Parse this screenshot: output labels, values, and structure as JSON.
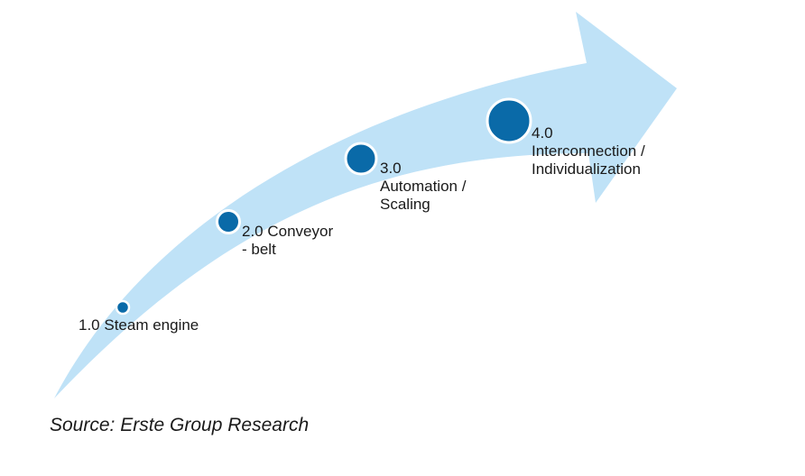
{
  "colors": {
    "arrow_fill": "#bfe2f7",
    "marker_fill": "#0a6aa8",
    "marker_stroke": "#ffffff",
    "text": "#1a1a1a"
  },
  "stages": [
    {
      "id": "1",
      "lines": [
        "1.0 Steam engine"
      ]
    },
    {
      "id": "2",
      "lines": [
        "2.0 Conveyor",
        "- belt"
      ]
    },
    {
      "id": "3",
      "lines": [
        "3.0",
        "Automation /",
        "Scaling"
      ]
    },
    {
      "id": "4",
      "lines": [
        "4.0",
        "Interconnection /",
        "Individualization"
      ]
    }
  ],
  "source": "Source: Erste Group Research"
}
